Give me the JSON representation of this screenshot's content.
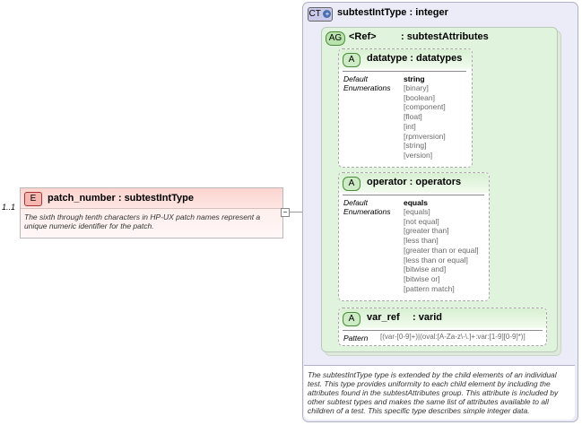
{
  "multiplicity": "1..1",
  "element": {
    "badge": "E",
    "title": "patch_number : subtestIntType",
    "doc": "The sixth through tenth characters in HP-UX patch names represent a unique numeric identifier for the patch."
  },
  "complex_type": {
    "badge": "CT",
    "title": "subtestIntType : integer",
    "doc": "The subtestIntType type is extended by the child elements of an individual test.  This type provides uniformity to each child element by including the attributes found in the subtestAttributes group.  This attribute is included by other subtest types and makes the same list of attributes available to all children of a test.  This specific type describes simple integer data."
  },
  "attribute_group": {
    "badge": "AG",
    "ref_label": "<Ref>",
    "title": ": subtestAttributes"
  },
  "attributes": [
    {
      "badge": "A",
      "title": "datatype : datatypes",
      "default_label": "Default",
      "enum_label": "Enumerations",
      "default_value": "string",
      "enumerations": [
        "[binary]",
        "[boolean]",
        "[component]",
        "[float]",
        "[int]",
        "[rpmversion]",
        "[string]",
        "[version]"
      ]
    },
    {
      "badge": "A",
      "title": "operator : operators",
      "default_label": "Default",
      "enum_label": "Enumerations",
      "default_value": "equals",
      "enumerations": [
        "[equals]",
        "[not equal]",
        "[greater than]",
        "[less than]",
        "[greater than or equal]",
        "[less than or equal]",
        "[bitwise and]",
        "[bitwise or]",
        "[pattern match]"
      ]
    },
    {
      "badge": "A",
      "title_name": "var_ref",
      "title_type": ": varid",
      "pattern_label": "Pattern",
      "pattern_value": "[(var-[0-9]+)|(oval:[A-Za-z\\-\\.]+:var:[1-9][0-9]*)]"
    }
  ],
  "colors": {
    "element_header": "#fcd4cf",
    "complex_type_bg": "#ececf8",
    "attribute_group_bg": "#e0f3dc",
    "attribute_header": "#d8f0d2"
  }
}
